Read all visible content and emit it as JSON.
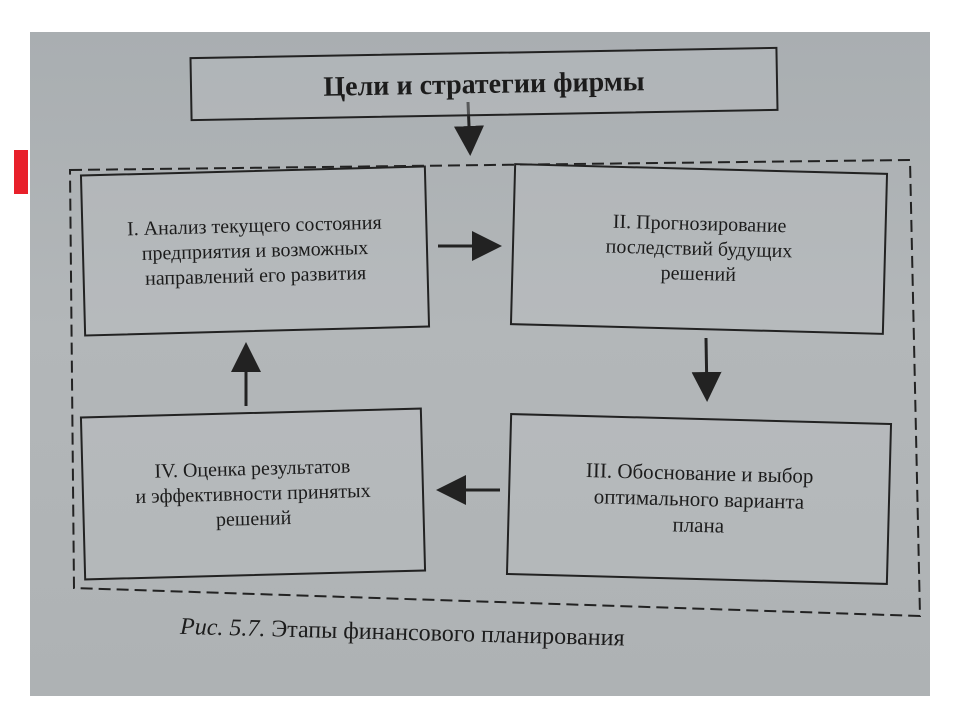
{
  "diagram": {
    "title": "Цели и стратегии фирмы",
    "stages": [
      {
        "label": "I. Анализ текущего состояния\nпредприятия и возможных\nнаправлений его развития"
      },
      {
        "label": "II. Прогнозирование\nпоследствий будущих\nрешений"
      },
      {
        "label": "III. Обоснование и выбор\nоптимального варианта\nплана"
      },
      {
        "label": "IV. Оценка результатов\nи эффективности принятых\nрешений"
      }
    ],
    "caption_prefix": "Рис. 5.7.",
    "caption_text": "Этапы финансового планирования"
  },
  "colors": {
    "accent_marker": "#e8202a",
    "paper": "#afb3b5",
    "ink": "#1c1c1c"
  }
}
